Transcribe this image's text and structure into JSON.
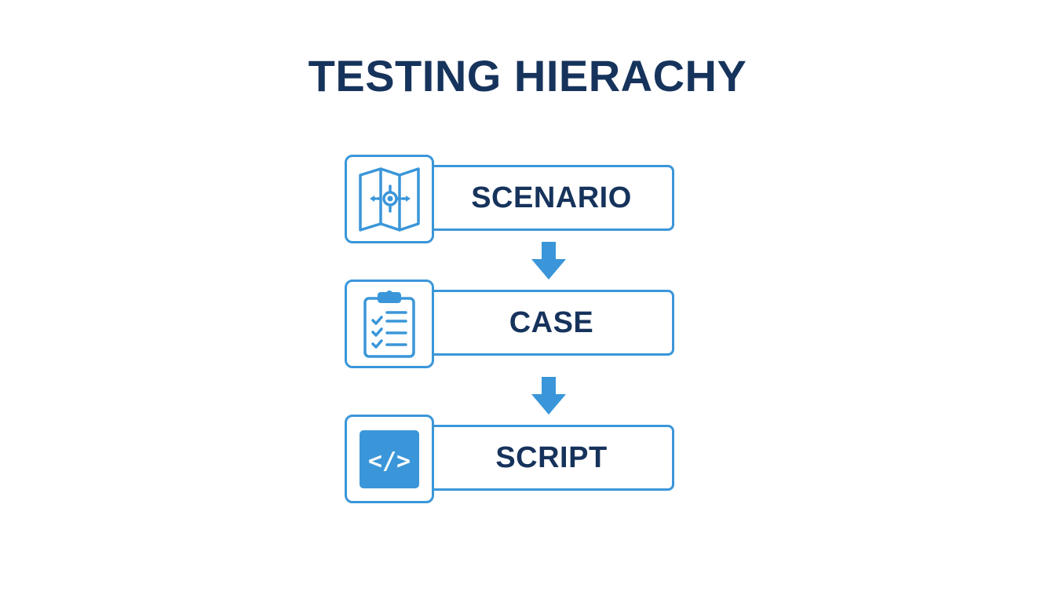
{
  "title": "TESTING HIERACHY",
  "levels": [
    {
      "label": "SCENARIO",
      "icon": "map-icon"
    },
    {
      "label": "CASE",
      "icon": "clipboard-checklist-icon"
    },
    {
      "label": "SCRIPT",
      "icon": "code-icon"
    }
  ],
  "code_glyph": "</>",
  "colors": {
    "accent": "#3a96d9",
    "text": "#16335c",
    "background": "#ffffff"
  }
}
